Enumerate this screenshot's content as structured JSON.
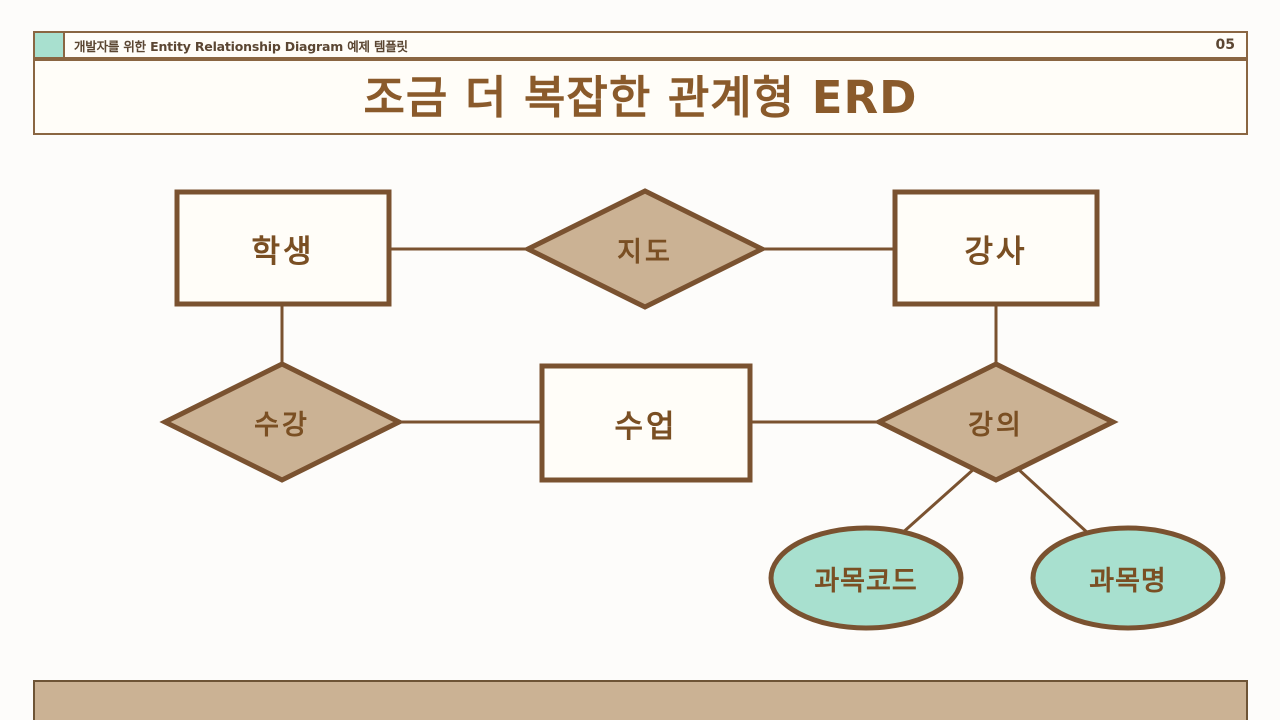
{
  "header": {
    "subtitle": "개발자를 위한 Entity Relationship Diagram 예제 템플릿",
    "page_number": "05",
    "accent_color": "#a8e0cf",
    "border_color": "#8a6642"
  },
  "title": {
    "text": "조금 더 복잡한 관계형 ERD",
    "color": "#8a5a2b"
  },
  "diagram": {
    "type": "entity-relationship-diagram",
    "palette": {
      "entity_fill": "#fffdf8",
      "relationship_fill": "#cbb294",
      "attribute_fill": "#a8e0cf",
      "stroke": "#7a5230",
      "text": "#7a4f23"
    },
    "entities": [
      {
        "id": "student",
        "label": "학생"
      },
      {
        "id": "instructor",
        "label": "강사"
      },
      {
        "id": "class",
        "label": "수업"
      }
    ],
    "relationships": [
      {
        "id": "advise",
        "label": "지도"
      },
      {
        "id": "enroll",
        "label": "수강"
      },
      {
        "id": "lecture",
        "label": "강의"
      }
    ],
    "attributes": [
      {
        "id": "subject-code",
        "label": "과목코드"
      },
      {
        "id": "subject-name",
        "label": "과목명"
      }
    ],
    "connections": [
      {
        "from": "student",
        "to": "advise"
      },
      {
        "from": "advise",
        "to": "instructor"
      },
      {
        "from": "student",
        "to": "enroll"
      },
      {
        "from": "enroll",
        "to": "class"
      },
      {
        "from": "class",
        "to": "lecture"
      },
      {
        "from": "instructor",
        "to": "lecture"
      },
      {
        "from": "lecture",
        "to": "subject-code"
      },
      {
        "from": "lecture",
        "to": "subject-name"
      }
    ]
  },
  "footer": {
    "fill_color": "#cbb294"
  }
}
